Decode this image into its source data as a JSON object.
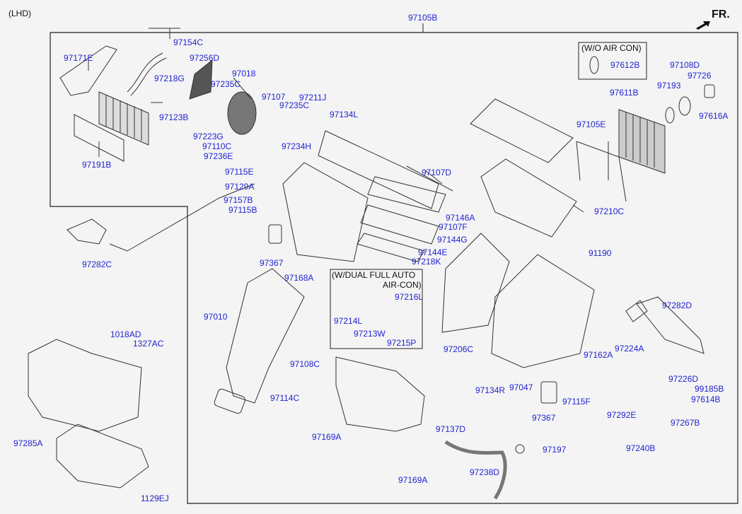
{
  "diagram": {
    "variant_label": "(LHD)",
    "direction_label": "FR.",
    "assembly_part": "97105B",
    "notes": {
      "wo_air_con": "(W/O AIR CON)",
      "dual_auto_line1": "(W/DUAL FULL AUTO",
      "dual_auto_line2": "AIR-CON)"
    },
    "parts": [
      "97171E",
      "97154C",
      "97256D",
      "97218G",
      "97123B",
      "97191B",
      "97018",
      "97235C",
      "97223G",
      "97110C",
      "97236E",
      "97107",
      "97235C",
      "97211J",
      "97234H",
      "97134L",
      "97115E",
      "97129A",
      "97157B",
      "97115B",
      "97107D",
      "97146A",
      "97107F",
      "97144G",
      "97144E",
      "97218K",
      "97367",
      "97168A",
      "97282C",
      "97010",
      "97216L",
      "97214L",
      "97213W",
      "97215P",
      "97206C",
      "97612B",
      "97108D",
      "97726",
      "97193",
      "97611B",
      "97616A",
      "97105E",
      "97210C",
      "91190",
      "97282D",
      "97224A",
      "97162A",
      "97226D",
      "99185B",
      "97614B",
      "97292E",
      "97267B",
      "97240B",
      "97134R",
      "97047",
      "97115F",
      "97367",
      "1018AD",
      "1327AC",
      "97285A",
      "1129EJ",
      "97108C",
      "97114C",
      "97169A",
      "97137D",
      "97197",
      "97238D",
      "97169A"
    ]
  }
}
